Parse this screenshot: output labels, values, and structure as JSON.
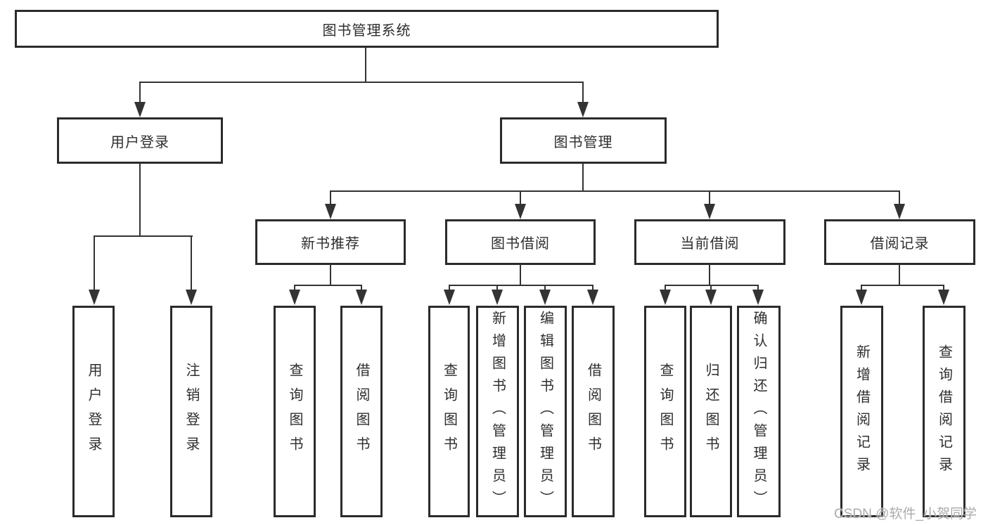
{
  "tree": {
    "root": "图书管理系统",
    "branches": [
      {
        "label": "用户登录",
        "children": [
          "用户登录",
          "注销登录"
        ]
      },
      {
        "label": "图书管理",
        "sections": [
          {
            "label": "新书推荐",
            "children": [
              "查询图书",
              "借阅图书"
            ]
          },
          {
            "label": "图书借阅",
            "children": [
              "查询图书",
              "新增图书（管理员）",
              "编辑图书（管理员）",
              "借阅图书"
            ]
          },
          {
            "label": "当前借阅",
            "children": [
              "查询图书",
              "归还图书",
              "确认归还（管理员）"
            ]
          },
          {
            "label": "借阅记录",
            "children": [
              "新增借阅记录",
              "查询借阅记录"
            ]
          }
        ]
      }
    ]
  },
  "watermark": "CSDN @软件_小贺同学",
  "colors": {
    "line": "#333333",
    "box_border": "#2b2b2b",
    "text": "#2e2e2e",
    "watermark": "#ababab",
    "background": "#ffffff"
  }
}
